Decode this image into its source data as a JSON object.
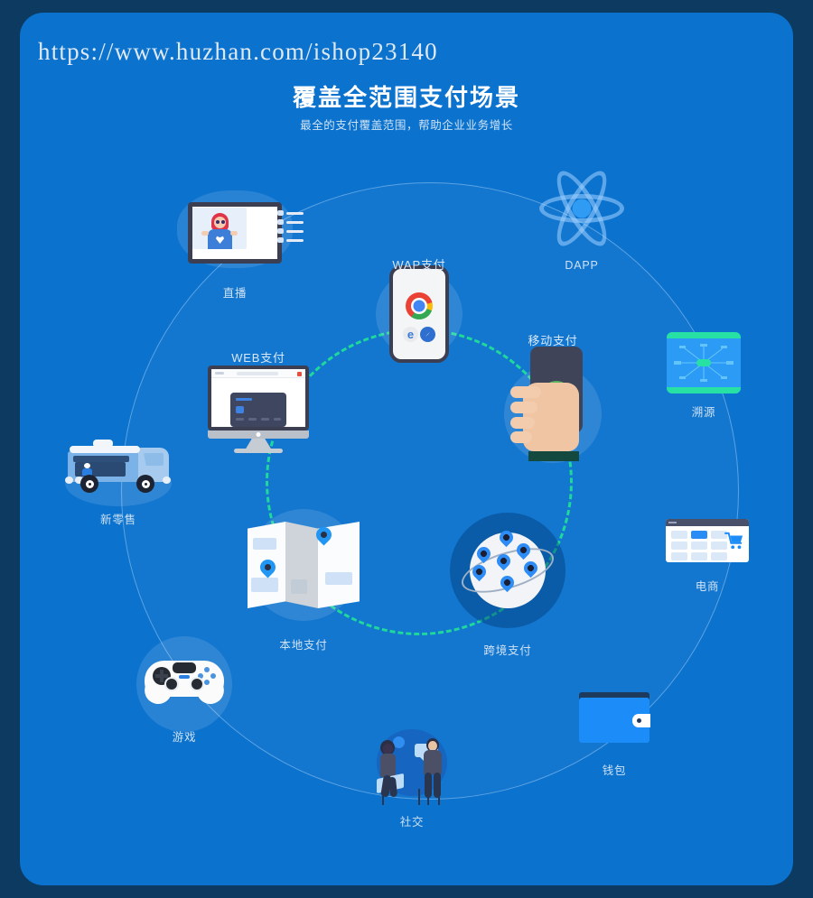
{
  "page": {
    "url": "https://www.huzhan.com/ishop23140",
    "title": "覆盖全范围支付场景",
    "subtitle": "最全的支付覆盖范围，帮助企业业务增长"
  },
  "colors": {
    "outer_border": "#0d3a60",
    "panel_blue": "#0b72ce",
    "accent_green": "#1fd89b",
    "label_text": "#cfe2f5",
    "title_text": "#ffffff"
  },
  "inner_ring": {
    "note": "green dashed circle linking four payment method nodes",
    "nodes": [
      {
        "label": "WAP支付",
        "icon": "mobile-browser-phone-icon"
      },
      {
        "label": "移动支付",
        "icon": "hand-holding-phone-check-icon"
      },
      {
        "label": "跨境支付",
        "icon": "globe-location-pins-icon"
      },
      {
        "label": "本地支付",
        "icon": "folded-map-pins-icon"
      },
      {
        "label": "WEB支付",
        "icon": "desktop-monitor-card-icon"
      }
    ]
  },
  "outer_ring": {
    "note": "thin light circle with industry scenario nodes",
    "nodes": [
      {
        "label": "直播",
        "icon": "live-stream-monitor-icon"
      },
      {
        "label": "DAPP",
        "icon": "atom-orbit-icon"
      },
      {
        "label": "溯源",
        "icon": "blockchain-network-screen-icon"
      },
      {
        "label": "电商",
        "icon": "storefront-cart-icon"
      },
      {
        "label": "钱包",
        "icon": "wallet-icon"
      },
      {
        "label": "社交",
        "icon": "two-people-chat-icon"
      },
      {
        "label": "游戏",
        "icon": "gamepad-icon"
      },
      {
        "label": "新零售",
        "icon": "food-truck-icon"
      }
    ]
  }
}
